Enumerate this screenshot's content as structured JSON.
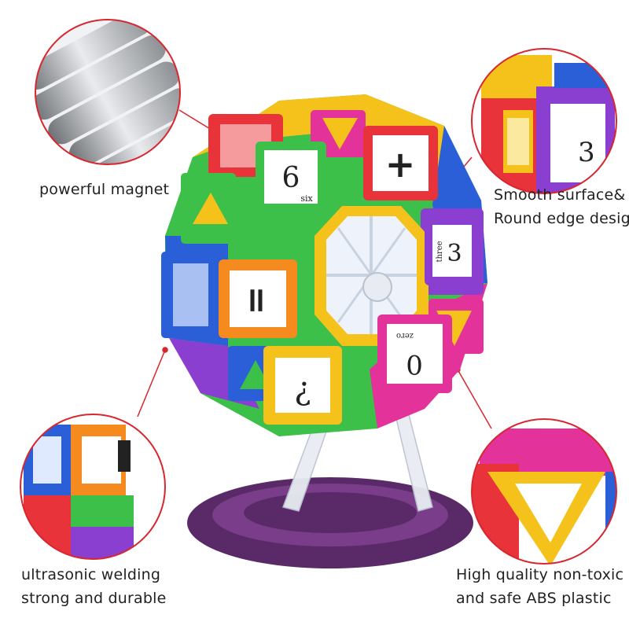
{
  "labels": {
    "magnet": [
      "powerful magnet"
    ],
    "smooth": [
      "Smooth surface&",
      "Round edge design"
    ],
    "welding": [
      "ultrasonic welding",
      "strong and durable"
    ],
    "abs": [
      "High quality non-toxic",
      "and safe ABS plastic"
    ]
  },
  "tiles": {
    "six": {
      "symbol": "6",
      "word": "six"
    },
    "plus": {
      "symbol": "+"
    },
    "three": {
      "symbol": "3",
      "word": "three"
    },
    "equals": {
      "symbol": "="
    },
    "question": {
      "symbol": "¿"
    },
    "zero": {
      "symbol": "0",
      "word": "zero"
    }
  },
  "colors": {
    "callout_ring": "#d8262e",
    "base": "#5a2a68",
    "red": "#e8333a",
    "blue": "#2a5fd8",
    "green": "#3cc04a",
    "yellow": "#f5c21b",
    "orange": "#f58a1f",
    "purple": "#8a3fd0",
    "pink": "#e3329a"
  }
}
